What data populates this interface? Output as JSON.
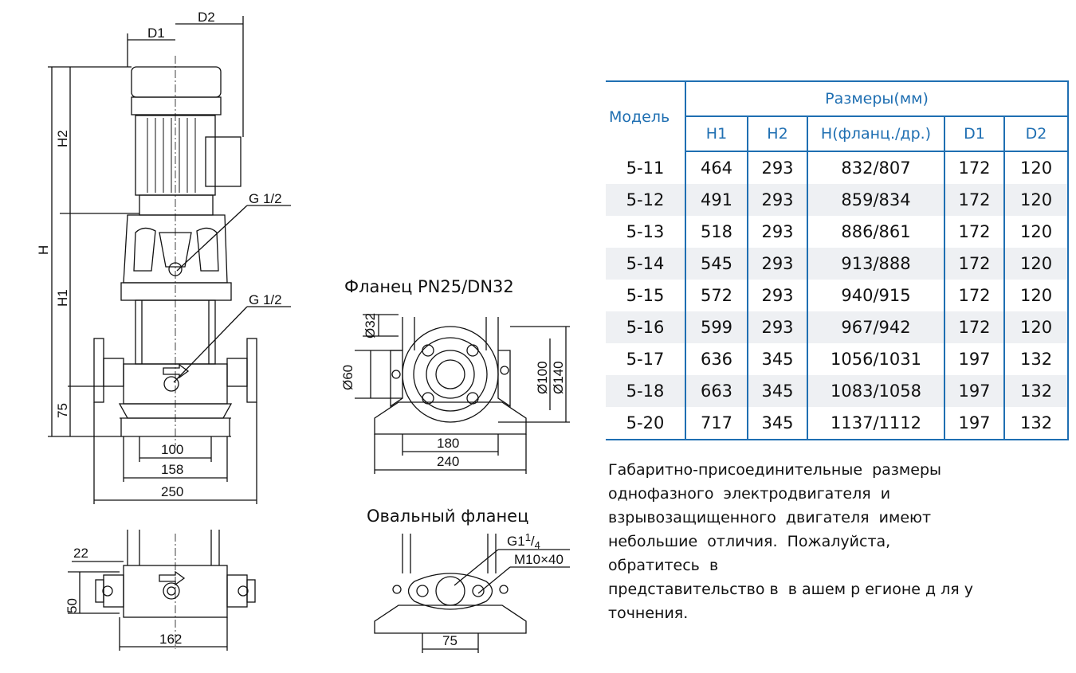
{
  "drawing": {
    "dims": {
      "D1": "D1",
      "D2": "D2",
      "H": "H",
      "H1": "H1",
      "H2": "H2",
      "G1": "G 1/2",
      "G2": "G 1/2",
      "d75": "75",
      "d100": "100",
      "d158": "158",
      "d250": "250",
      "d22": "22",
      "d50": "50",
      "d162": "162",
      "d32": "Ø32",
      "d60": "Ø60",
      "d100f": "Ø100",
      "d140": "Ø140",
      "d180": "180",
      "d240": "240",
      "g114": "G1",
      "m10": "M10×40",
      "d75b": "75"
    },
    "flange_title": "Фланец PN25/DN32",
    "oval_title": "Овальный фланец"
  },
  "table": {
    "model_header": "Модель",
    "group_header": "Размеры(мм)",
    "columns": [
      "H1",
      "H2",
      "H(фланц./др.)",
      "D1",
      "D2"
    ],
    "rows": [
      [
        "5-11",
        "464",
        "293",
        "832/807",
        "172",
        "120"
      ],
      [
        "5-12",
        "491",
        "293",
        "859/834",
        "172",
        "120"
      ],
      [
        "5-13",
        "518",
        "293",
        "886/861",
        "172",
        "120"
      ],
      [
        "5-14",
        "545",
        "293",
        "913/888",
        "172",
        "120"
      ],
      [
        "5-15",
        "572",
        "293",
        "940/915",
        "172",
        "120"
      ],
      [
        "5-16",
        "599",
        "293",
        "967/942",
        "172",
        "120"
      ],
      [
        "5-17",
        "636",
        "345",
        "1056/1031",
        "197",
        "132"
      ],
      [
        "5-18",
        "663",
        "345",
        "1083/1058",
        "197",
        "132"
      ],
      [
        "5-20",
        "717",
        "345",
        "1137/1112",
        "197",
        "132"
      ]
    ]
  },
  "note": {
    "lines": [
      "Габаритно-присоединительные  размеры",
      "однофазного  электродвигателя  и",
      "взрывозащищенного  двигателя  имеют",
      "небольшие  отличия.  Пожалуйста,",
      "обратитесь  в",
      "представительство в  в ашем р егионе д ля у",
      "точнения."
    ]
  }
}
